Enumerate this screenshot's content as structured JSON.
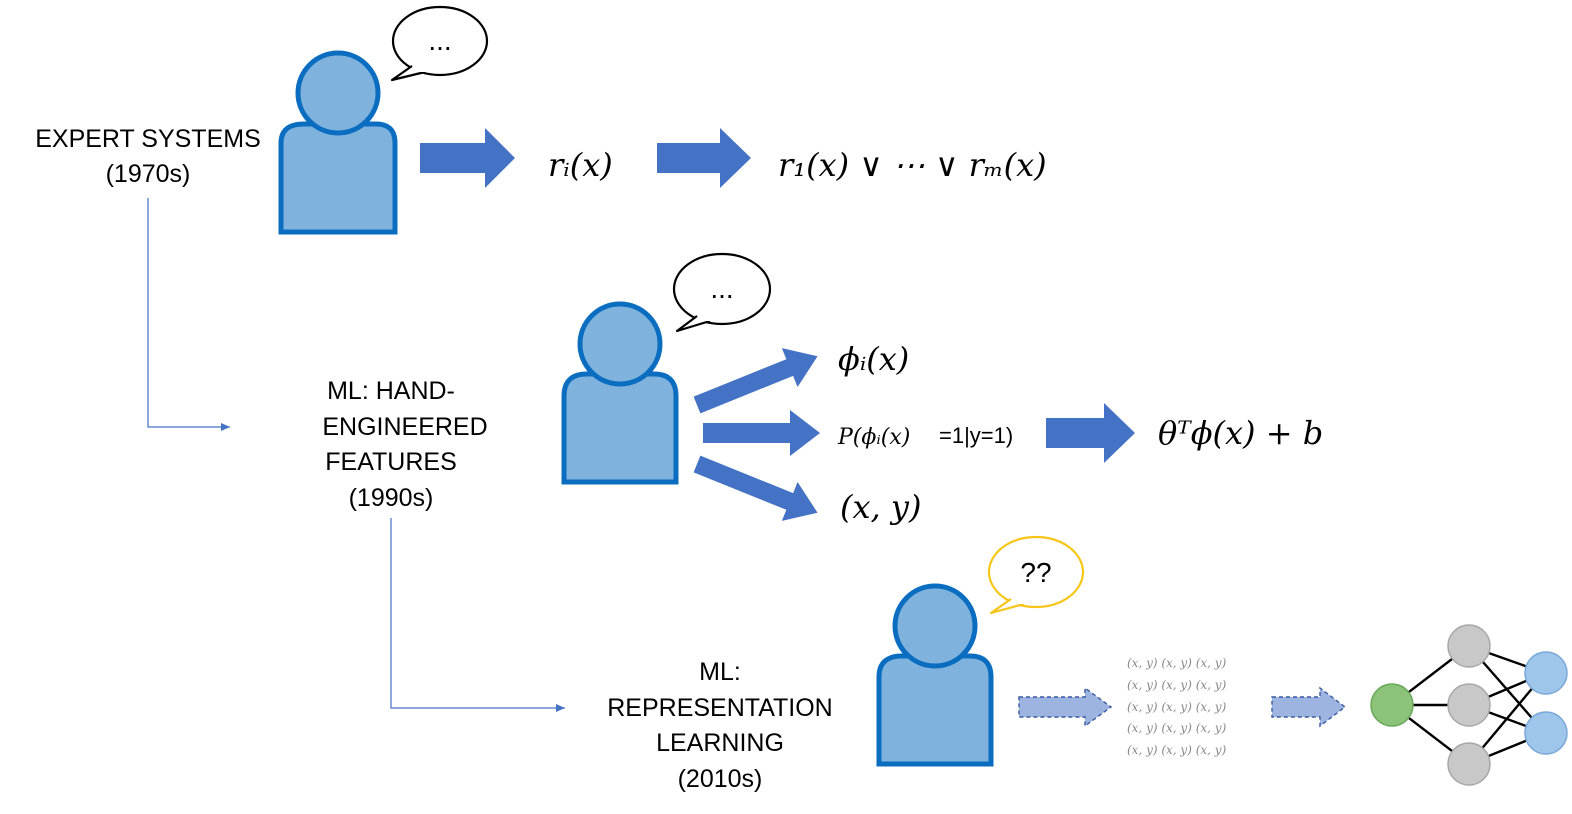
{
  "eras": {
    "expert": {
      "title": "EXPERT SYSTEMS",
      "years": "(1970s)",
      "bubble": "..."
    },
    "hand": {
      "line1": "ML: HAND-",
      "line2": "ENGINEERED",
      "line3": "FEATURES",
      "years": "(1990s)",
      "bubble": "..."
    },
    "repr": {
      "line1": "ML:",
      "line2": "REPRESENTATION",
      "line3": "LEARNING",
      "years": "(2010s)",
      "bubble": "??"
    }
  },
  "formulas": {
    "rule": "rᵢ(x)",
    "disjunction": "r₁(x) ∨ ⋯ ∨  rₘ(x)",
    "feature": "ϕᵢ(x)",
    "prob_a": "P(ϕᵢ(x)",
    "prob_b": "=1|y=1)",
    "pair": "(x, y)",
    "linear": "θᵀϕ(x) + b",
    "data_row": "(x, y)  (x, y)  (x, y)"
  },
  "colors": {
    "person_fill": "#7fb3de",
    "person_stroke": "#0b6dc0",
    "arrow": "#4472c4",
    "dashed_arrow_fill": "#9db4e0",
    "connector": "#4472c4",
    "bubble_gold": "#f5c518",
    "nn_gray": "#c8c8c8",
    "nn_green": "#8bc37a",
    "nn_blue": "#9ec6ea"
  },
  "icons": [
    "person-icon",
    "speech-bubble-icon",
    "arrow-icon",
    "neural-network-icon"
  ]
}
